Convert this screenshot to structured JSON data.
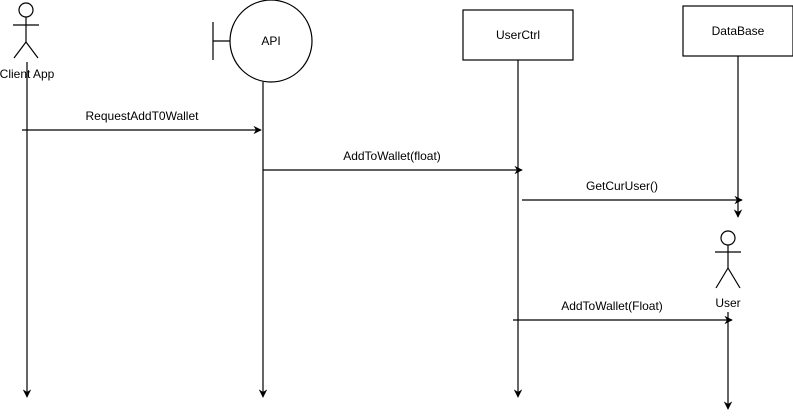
{
  "participants": {
    "client": {
      "label": "Client App",
      "kind": "actor"
    },
    "api": {
      "label": "API",
      "kind": "boundary"
    },
    "userctrl": {
      "label": "UserCtrl",
      "kind": "box"
    },
    "database": {
      "label": "DataBase",
      "kind": "box"
    },
    "user": {
      "label": "User",
      "kind": "actor"
    }
  },
  "messages": [
    {
      "label": "RequestAddT0Wallet",
      "from": "client",
      "to": "api"
    },
    {
      "label": "AddToWallet(float)",
      "from": "api",
      "to": "userctrl"
    },
    {
      "label": "GetCurUser()",
      "from": "userctrl",
      "to": "database"
    },
    {
      "label": "AddToWallet(Float)",
      "from": "userctrl",
      "to": "user"
    }
  ],
  "colors": {
    "stroke": "#000000",
    "background": "#ffffff"
  }
}
